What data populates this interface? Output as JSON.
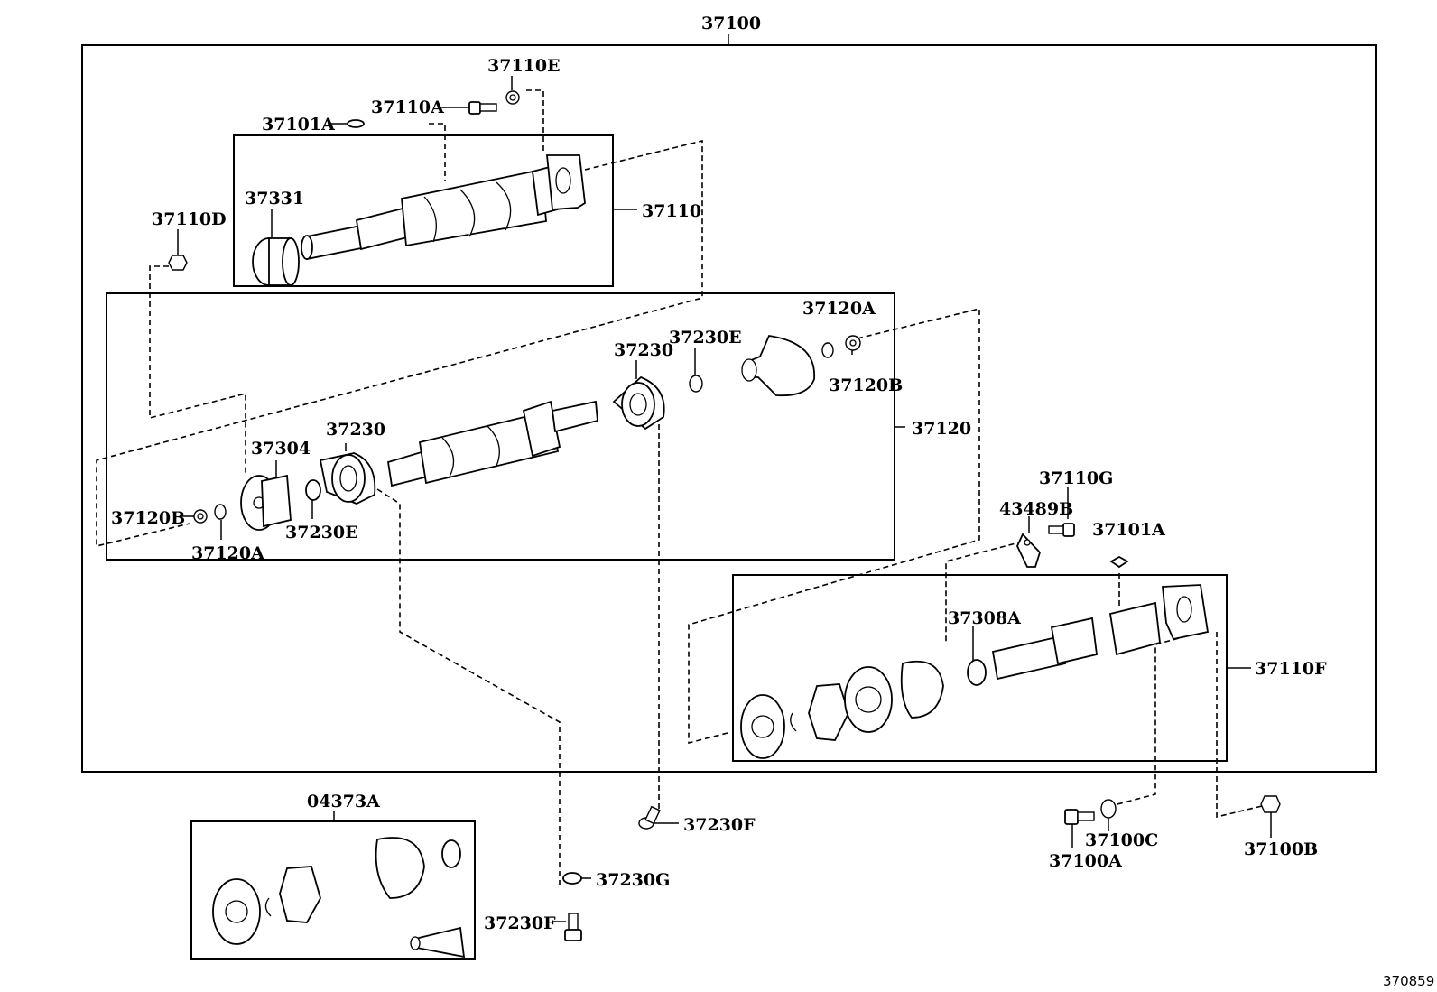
{
  "diagram": {
    "main_assembly": "37100",
    "drawing_number": "370859",
    "labels": {
      "p37110E": "37110E",
      "p37110A": "37110A",
      "p37101A_top": "37101A",
      "p37331": "37331",
      "p37110": "37110",
      "p37110D": "37110D",
      "p37120A_top": "37120A",
      "p37230E_top": "37230E",
      "p37230_top": "37230",
      "p37120B_top": "37120B",
      "p37120": "37120",
      "p37304": "37304",
      "p37230_left": "37230",
      "p37120B_left": "37120B",
      "p37230E_left": "37230E",
      "p37120A_left": "37120A",
      "p37110G": "37110G",
      "p43489B": "43489B",
      "p37101A_right": "37101A",
      "p37308A": "37308A",
      "p37110F": "37110F",
      "p04373A": "04373A",
      "p37230F_mid": "37230F",
      "p37230G": "37230G",
      "p37230F_low": "37230F",
      "p37100C": "37100C",
      "p37100A": "37100A",
      "p37100B": "37100B"
    }
  }
}
